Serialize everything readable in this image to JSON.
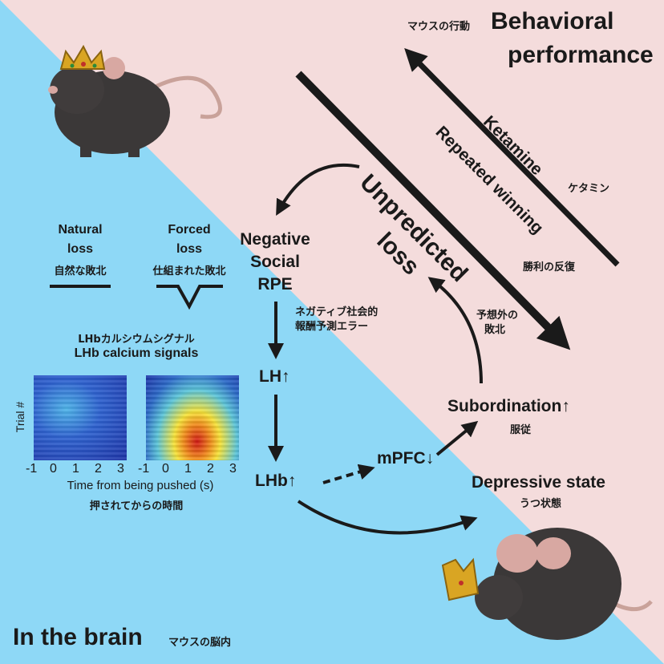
{
  "colors": {
    "brain_bg": "#8ed8f6",
    "behavior_bg": "#f4dcdc",
    "text": "#1a1a1a"
  },
  "header": {
    "jp": "マウスの行動",
    "title_line1": "Behavioral",
    "title_line2": "performance"
  },
  "arrows": {
    "ketamine": "Ketamine",
    "ketamine_jp": "ケタミン",
    "repeated_winning": "Repeated winning",
    "repeated_winning_jp": "勝利の反復",
    "unpredicted_line1": "Unpredicted",
    "unpredicted_line2": "loss",
    "unexpected_defeat_jp_line1": "予想外の",
    "unexpected_defeat_jp_line2": "敗北"
  },
  "pathway": {
    "rpe_line1": "Negative",
    "rpe_line2": "Social",
    "rpe_line3": "RPE",
    "rpe_jp_line1": "ネガティブ社会的",
    "rpe_jp_line2": "報酬予測エラー",
    "lh": "LH",
    "lhb": "LHb",
    "mpfc": "mPFC",
    "subordination": "Subordination",
    "subordination_jp": "服従",
    "depressive": "Depressive state",
    "depressive_jp": "うつ状態",
    "up": "↑",
    "down": "↓"
  },
  "legend": {
    "natural_line1": "Natural",
    "natural_line2": "loss",
    "natural_jp": "自然な敗北",
    "forced_line1": "Forced",
    "forced_line2": "loss",
    "forced_jp": "仕組まれた敗北"
  },
  "heatmap": {
    "jp_title": "LHbカルシウムシグナル",
    "title": "LHb calcium signals",
    "ylabel": "Trial #",
    "xticks": [
      "-1",
      "0",
      "1",
      "2",
      "3"
    ],
    "xlabel": "Time from being pushed (s)",
    "xlabel_jp": "押されてからの時間"
  },
  "footer": {
    "title": "In the brain",
    "jp": "マウスの脳内"
  }
}
